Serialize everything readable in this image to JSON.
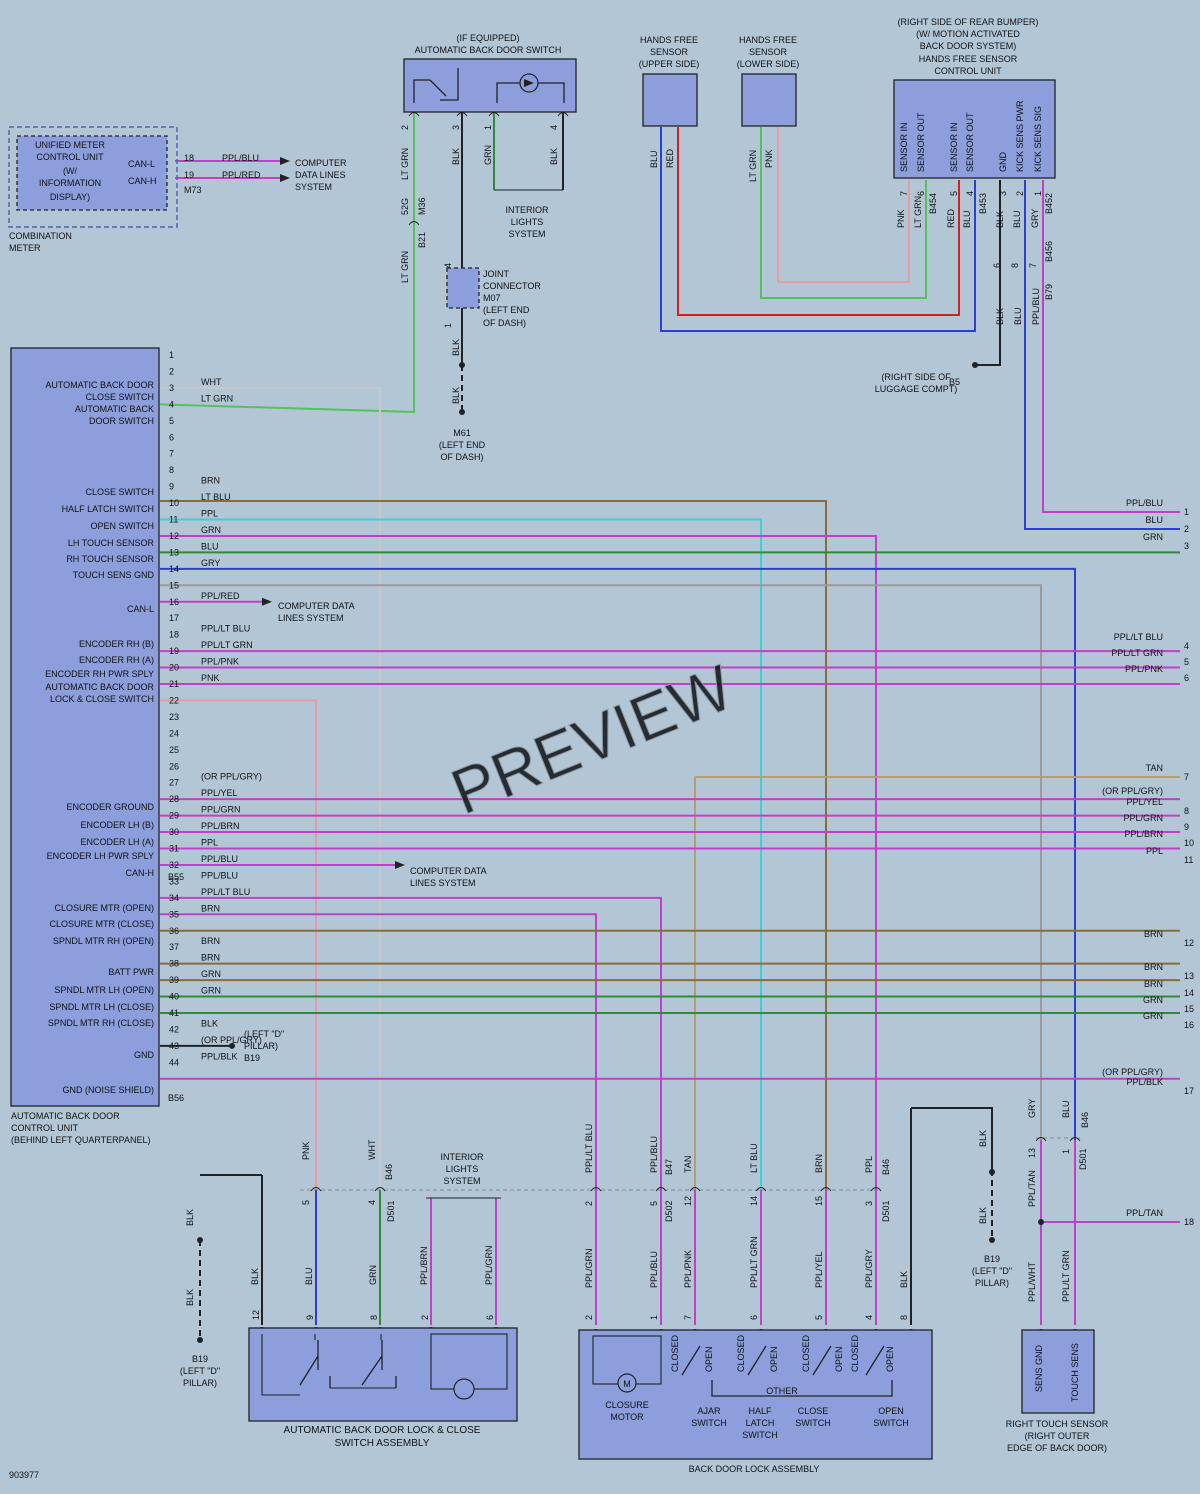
{
  "diagram_id": "903977",
  "watermark": "PREVIEW",
  "ecu": {
    "caption": [
      "AUTOMATIC BACK DOOR",
      "CONTROL UNIT",
      "(BEHIND LEFT QUARTERPANEL)"
    ],
    "connector_top": "B55",
    "connector_bottom": "B56",
    "pins": [
      {
        "n": "1",
        "label": "",
        "wire": ""
      },
      {
        "n": "2",
        "label": "",
        "wire": ""
      },
      {
        "n": "3",
        "label": "AUTOMATIC BACK DOOR CLOSE SWITCH",
        "wire": "WHT"
      },
      {
        "n": "4",
        "label": "AUTOMATIC BACK DOOR SWITCH",
        "wire": "LT GRN"
      },
      {
        "n": "5",
        "label": "",
        "wire": ""
      },
      {
        "n": "6",
        "label": "",
        "wire": ""
      },
      {
        "n": "7",
        "label": "",
        "wire": ""
      },
      {
        "n": "8",
        "label": "",
        "wire": ""
      },
      {
        "n": "9",
        "label": "",
        "wire": "BRN"
      },
      {
        "n": "10",
        "label": "CLOSE SWITCH",
        "wire": "LT BLU"
      },
      {
        "n": "11",
        "label": "HALF LATCH SWITCH",
        "wire": "PPL"
      },
      {
        "n": "12",
        "label": "OPEN SWITCH",
        "wire": "GRN"
      },
      {
        "n": "13",
        "label": "LH TOUCH SENSOR",
        "wire": "BLU"
      },
      {
        "n": "14",
        "label": "RH TOUCH SENSOR",
        "wire": "GRY"
      },
      {
        "n": "15",
        "label": "TOUCH SENS GND",
        "wire": ""
      },
      {
        "n": "16",
        "label": "CAN-L",
        "wire": "PPL/RED"
      },
      {
        "n": "17",
        "label": "",
        "wire": ""
      },
      {
        "n": "18",
        "label": "",
        "wire": "PPL/LT BLU"
      },
      {
        "n": "19",
        "label": "ENCODER RH (B)",
        "wire": "PPL/LT GRN"
      },
      {
        "n": "20",
        "label": "ENCODER RH (A)",
        "wire": "PPL/PNK"
      },
      {
        "n": "21",
        "label": "ENCODER RH PWR SPLY",
        "wire": "PNK"
      },
      {
        "n": "22",
        "label": "AUTOMATIC BACK DOOR LOCK & CLOSE SWITCH",
        "wire": ""
      },
      {
        "n": "23",
        "label": "",
        "wire": ""
      },
      {
        "n": "24",
        "label": "",
        "wire": ""
      },
      {
        "n": "25",
        "label": "",
        "wire": ""
      },
      {
        "n": "26",
        "label": "",
        "wire": ""
      },
      {
        "n": "27",
        "label": "",
        "wire": "(OR PPL/GRY)"
      },
      {
        "n": "28",
        "label": "ENCODER GROUND",
        "wire": "PPL/YEL"
      },
      {
        "n": "29",
        "label": "ENCODER LH (B)",
        "wire": "PPL/GRN"
      },
      {
        "n": "30",
        "label": "ENCODER LH (A)",
        "wire": "PPL/BRN"
      },
      {
        "n": "31",
        "label": "ENCODER LH PWR SPLY",
        "wire": "PPL"
      },
      {
        "n": "32",
        "label": "CAN-H",
        "wire": "PPL/BLU"
      },
      {
        "n": "33",
        "label": "CLOSURE MTR (OPEN)",
        "wire": "PPL/BLU"
      },
      {
        "n": "34",
        "label": "CLOSURE MTR (CLOSE)",
        "wire": "PPL/LT BLU"
      },
      {
        "n": "35",
        "label": "SPNDL MTR RH (OPEN)",
        "wire": "BRN"
      },
      {
        "n": "36",
        "label": "",
        "wire": ""
      },
      {
        "n": "37",
        "label": "BATT PWR",
        "wire": "BRN"
      },
      {
        "n": "38",
        "label": "SPNDL MTR LH (OPEN)",
        "wire": "BRN"
      },
      {
        "n": "39",
        "label": "SPNDL MTR LH (CLOSE)",
        "wire": "GRN"
      },
      {
        "n": "40",
        "label": "SPNDL MTR RH (CLOSE)",
        "wire": "GRN"
      },
      {
        "n": "41",
        "label": "",
        "wire": ""
      },
      {
        "n": "42",
        "label": "GND",
        "wire": "BLK"
      },
      {
        "n": "43",
        "label": "",
        "wire": "(OR PPL/GRY)"
      },
      {
        "n": "44",
        "label": "GND (NOISE SHIELD)",
        "wire": "PPL/BLK"
      }
    ]
  },
  "combination_meter": {
    "title": [
      "UNIFIED METER",
      "CONTROL UNIT",
      "(W/",
      "INFORMATION",
      "DISPLAY)"
    ],
    "caption": [
      "COMBINATION",
      "METER"
    ],
    "can_l": "CAN-L",
    "can_h": "CAN-H",
    "pin18": "18",
    "pin19": "19",
    "wire18": "PPL/BLU",
    "wire19": "PPL/RED",
    "connector": "M73",
    "dest": [
      "COMPUTER",
      "DATA LINES",
      "SYSTEM"
    ]
  },
  "abd_switch": {
    "title": [
      "(IF EQUIPPED)",
      "AUTOMATIC BACK DOOR SWITCH"
    ],
    "pins": [
      "2",
      "3",
      "1",
      "4"
    ],
    "wires": [
      "LT GRN",
      "BLK",
      "GRN",
      "BLK"
    ],
    "connector": "M36",
    "splice": "52G",
    "b21": "B21",
    "interior": [
      "INTERIOR",
      "LIGHTS",
      "SYSTEM"
    ]
  },
  "joint_connector": {
    "label": [
      "JOINT",
      "CONNECTOR",
      "M07",
      "(LEFT END",
      "OF DASH)"
    ],
    "pin_top": "4",
    "pin_bottom": "1",
    "wire": "BLK"
  },
  "m61": {
    "label": [
      "M61",
      "(LEFT END",
      "OF DASH)"
    ],
    "wire": "BLK"
  },
  "hf_upper": {
    "title": [
      "HANDS FREE",
      "SENSOR",
      "(UPPER SIDE)"
    ],
    "wires": [
      "BLU",
      "RED"
    ]
  },
  "hf_lower": {
    "title": [
      "HANDS FREE",
      "SENSOR",
      "(LOWER SIDE)"
    ],
    "wires": [
      "LT GRN",
      "PNK"
    ]
  },
  "hf_control": {
    "title": [
      "(RIGHT SIDE OF REAR BUMPER)",
      "(W/ MOTION ACTIVATED",
      "BACK DOOR SYSTEM)",
      "HANDS FREE SENSOR",
      "CONTROL UNIT"
    ],
    "pin_labels": [
      "SENSOR IN",
      "SENSOR OUT",
      "SENSOR IN",
      "SENSOR OUT",
      "GND",
      "KICK SENS PWR",
      "KICK SENS SIG"
    ],
    "pins": [
      "7",
      "6",
      "5",
      "4",
      "3",
      "2",
      "1"
    ],
    "wires": [
      "PNK",
      "LT GRN",
      "RED",
      "BLU",
      "BLK",
      "BLU",
      "GRY"
    ],
    "connectors": [
      "B454",
      "B453",
      "B452",
      "B456",
      "B79"
    ],
    "ground": [
      "B5",
      "(RIGHT SIDE OF",
      "LUGGAGE COMPT)"
    ],
    "lower_pins": [
      "6",
      "8",
      "7"
    ],
    "lower_wires": [
      "BLK",
      "BLU",
      "PPL/BLU"
    ]
  },
  "right_side": [
    {
      "wire": "PPL/BLU",
      "n": "1"
    },
    {
      "wire": "BLU",
      "n": "2"
    },
    {
      "wire": "GRN",
      "n": "3"
    },
    {
      "wire": "PPL/LT BLU",
      "n": "4"
    },
    {
      "wire": "PPL/LT GRN",
      "n": "5"
    },
    {
      "wire": "PPL/PNK",
      "n": "6"
    },
    {
      "wire": "TAN",
      "n": "7"
    },
    {
      "wire": "PPL/YEL",
      "n": "8"
    },
    {
      "wire": "PPL/GRN",
      "n": "9"
    },
    {
      "wire": "PPL/BRN",
      "n": "10"
    },
    {
      "wire": "PPL",
      "n": "11"
    },
    {
      "wire": "BRN",
      "n": "12"
    },
    {
      "wire": "BRN",
      "n": "13"
    },
    {
      "wire": "BRN",
      "n": "14"
    },
    {
      "wire": "GRN",
      "n": "15"
    },
    {
      "wire": "GRN",
      "n": "16"
    },
    {
      "wire": "PPL/BLK",
      "n": "17"
    },
    {
      "wire": "PPL/TAN",
      "n": "18"
    }
  ],
  "right_or": [
    "(OR PPL/GRY)",
    "(OR PPL/GRY)"
  ],
  "can_dest": [
    "COMPUTER DATA",
    "LINES SYSTEM"
  ],
  "left_d_pillar": [
    "(LEFT \"D\"",
    "PILLAR)"
  ],
  "b19": "B19",
  "lock_close": {
    "caption": [
      "AUTOMATIC BACK DOOR LOCK & CLOSE",
      "SWITCH ASSEMBLY"
    ],
    "top_pins": [
      "5",
      "4"
    ],
    "top_wires": [
      "PNK",
      "WHT"
    ],
    "connector": "B46",
    "d501": "D501",
    "bottom_pins": [
      "12",
      "9",
      "8",
      "2",
      "6"
    ],
    "bottom_wires": [
      "BLK",
      "BLU",
      "GRN",
      "PPL/BRN",
      "PPL/GRN"
    ],
    "interior": [
      "INTERIOR",
      "LIGHTS",
      "SYSTEM"
    ]
  },
  "lock_assembly": {
    "caption": "BACK DOOR LOCK ASSEMBLY",
    "top_pins": [
      "2",
      "5",
      "12",
      "14",
      "15",
      "3"
    ],
    "top_wires": [
      "PPL/LT BLU",
      "PPL/BLU",
      "TAN",
      "LT BLU",
      "BRN",
      "PPL"
    ],
    "connectors": [
      "B47",
      "D502",
      "B46",
      "D501"
    ],
    "bottom_pins": [
      "2",
      "1",
      "7",
      "6",
      "5",
      "4",
      "8"
    ],
    "bottom_wires": [
      "PPL/GRN",
      "PPL/BLU",
      "PPL/PNK",
      "PPL/LT GRN",
      "PPL/YEL",
      "PPL/GRY",
      "BLK"
    ],
    "parts": [
      "CLOSURE",
      "MOTOR",
      "AJAR",
      "SWITCH",
      "HALF",
      "LATCH",
      "SWITCH",
      "CLOSE",
      "SWITCH",
      "OPEN",
      "SWITCH"
    ],
    "states": [
      "CLOSED",
      "OPEN",
      "CLOSED",
      "OPEN",
      "CLOSED",
      "OPEN",
      "CLOSED",
      "OPEN",
      "OTHER"
    ],
    "motor": "M"
  },
  "touch_sensor": {
    "caption": [
      "RIGHT TOUCH SENSOR",
      "(RIGHT OUTER",
      "EDGE OF BACK DOOR)"
    ],
    "pins": [
      "SENS GND",
      "TOUCH SENS"
    ],
    "top_wires": [
      "GRY",
      "BLU"
    ],
    "connector": "B46",
    "d501": "D501",
    "pin_nums": [
      "13",
      "1"
    ],
    "wires": [
      "PPL/TAN",
      "PPL/WHT",
      "PPL/LT GRN"
    ]
  },
  "colors": {
    "bg": "#b3c6d6",
    "box": "#8c9fdc",
    "wht": "#c8c8c8",
    "ltgrn": "#54c25a",
    "grn": "#2f8a3a",
    "blk": "#222222",
    "brn": "#8a6b3a",
    "ltblu": "#3fcdd8",
    "ppl": "#c040c8",
    "blu": "#2b3fd0",
    "gry": "#9a9a9a",
    "pnk": "#e59aa6",
    "red": "#d42020",
    "tan": "#b0a070"
  }
}
